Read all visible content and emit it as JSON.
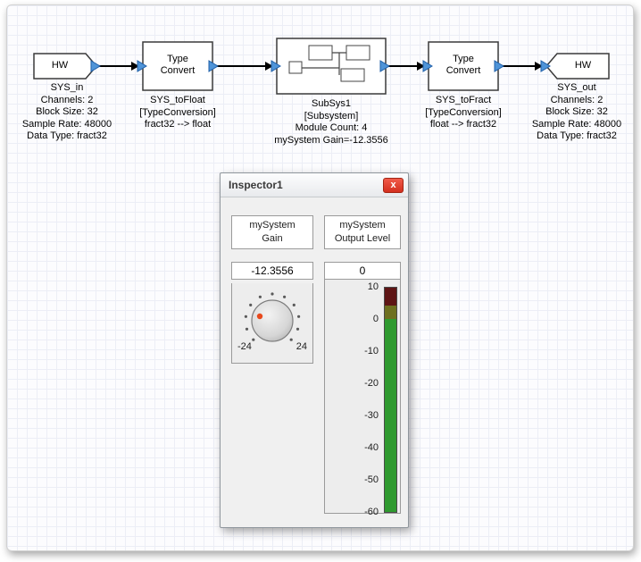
{
  "diagram": {
    "hw_in": {
      "title": "HW",
      "lines": [
        "SYS_in",
        "Channels: 2",
        "Block Size: 32",
        "Sample Rate: 48000",
        "Data Type: fract32"
      ]
    },
    "type_convert_in": {
      "title": "Type\nConvert",
      "lines": [
        "SYS_toFloat",
        "[TypeConversion]",
        "fract32 --> float"
      ]
    },
    "subsystem": {
      "lines": [
        "SubSys1",
        "[Subsystem]",
        "Module Count: 4",
        "mySystem Gain=-12.3556"
      ]
    },
    "type_convert_out": {
      "title": "Type\nConvert",
      "lines": [
        "SYS_toFract",
        "[TypeConversion]",
        "float --> fract32"
      ]
    },
    "hw_out": {
      "title": "HW",
      "lines": [
        "SYS_out",
        "Channels: 2",
        "Block Size: 32",
        "Sample Rate: 48000",
        "Data Type: fract32"
      ]
    }
  },
  "inspector": {
    "title": "Inspector1",
    "close_glyph": "x",
    "gain": {
      "header": "mySystem\nGain",
      "value": "-12.3556",
      "min_label": "-24",
      "max_label": "24"
    },
    "meter": {
      "header": "mySystem\nOutput Level",
      "value": "0",
      "ticks": [
        "10",
        "0",
        "-10",
        "-20",
        "-30",
        "-40",
        "-50",
        "-60"
      ]
    }
  },
  "colors": {
    "pin_blue": "#4f94d8",
    "pin_blue_edge": "#1f5fa8",
    "meter_red": "#5e1515",
    "meter_olive": "#6e7020",
    "meter_green": "#2f9a2f",
    "knob_indicator": "#e8491d",
    "close_red": "#d32f1e"
  }
}
